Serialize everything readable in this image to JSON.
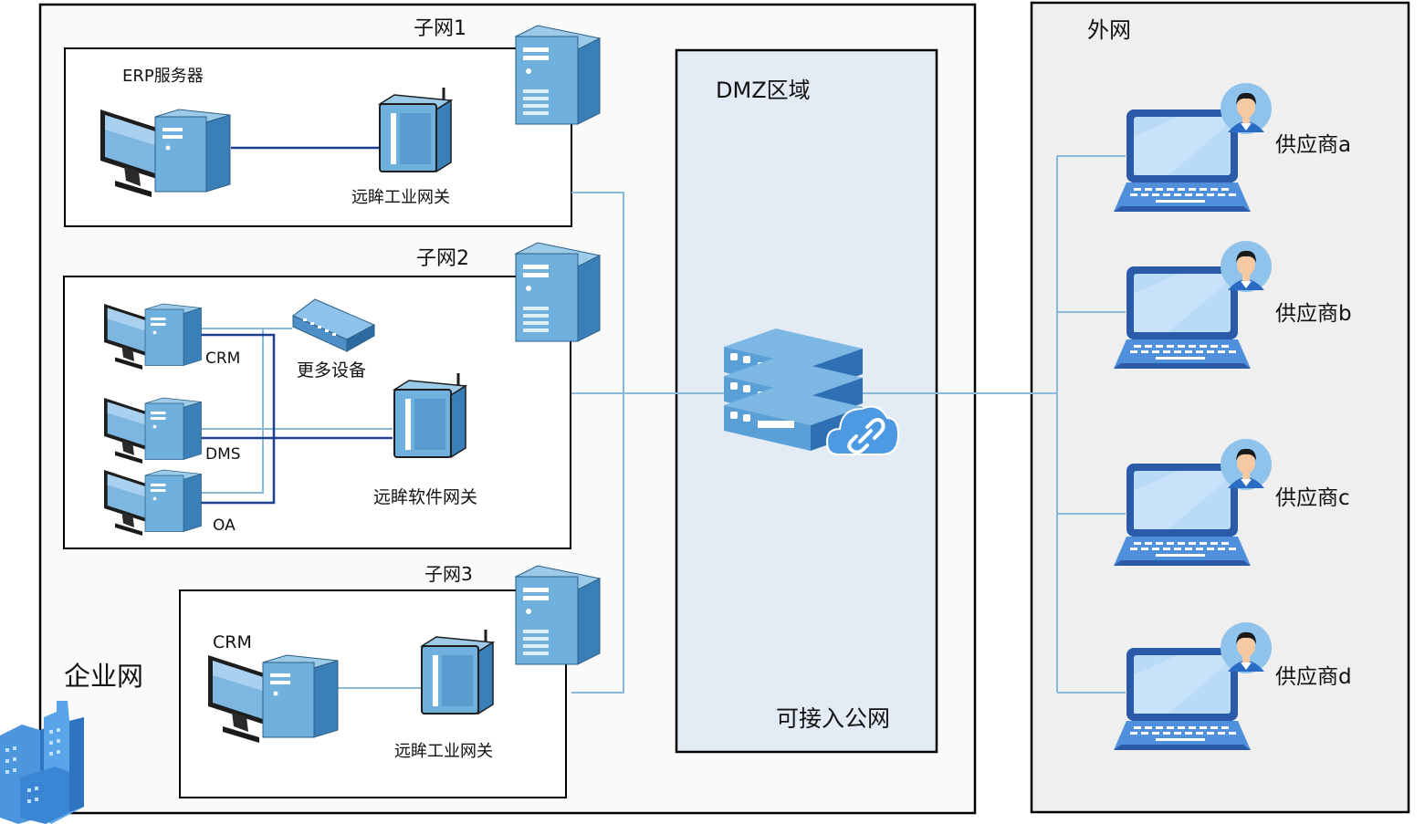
{
  "enterprise": {
    "label": "企业网",
    "subnets": [
      {
        "title": "子网1",
        "device_labels": [
          "ERP服务器",
          "远眸工业网关"
        ]
      },
      {
        "title": "子网2",
        "device_labels": [
          "CRM",
          "DMS",
          "OA",
          "更多设备",
          "远眸软件网关"
        ]
      },
      {
        "title": "子网3",
        "device_labels": [
          "CRM",
          "远眸工业网关"
        ]
      }
    ]
  },
  "dmz": {
    "title": "DMZ区域",
    "footer": "可接入公网"
  },
  "external": {
    "title": "外网",
    "suppliers": [
      "供应商a",
      "供应商b",
      "供应商c",
      "供应商d"
    ]
  },
  "colors": {
    "link_light": "#8ab8d8",
    "link_dark": "#1f3f8f",
    "device_blue": "#5aa0d0",
    "dmz_fill": "#e3ecf5",
    "external_fill": "#efefef",
    "enterprise_fill": "#fafafa"
  }
}
